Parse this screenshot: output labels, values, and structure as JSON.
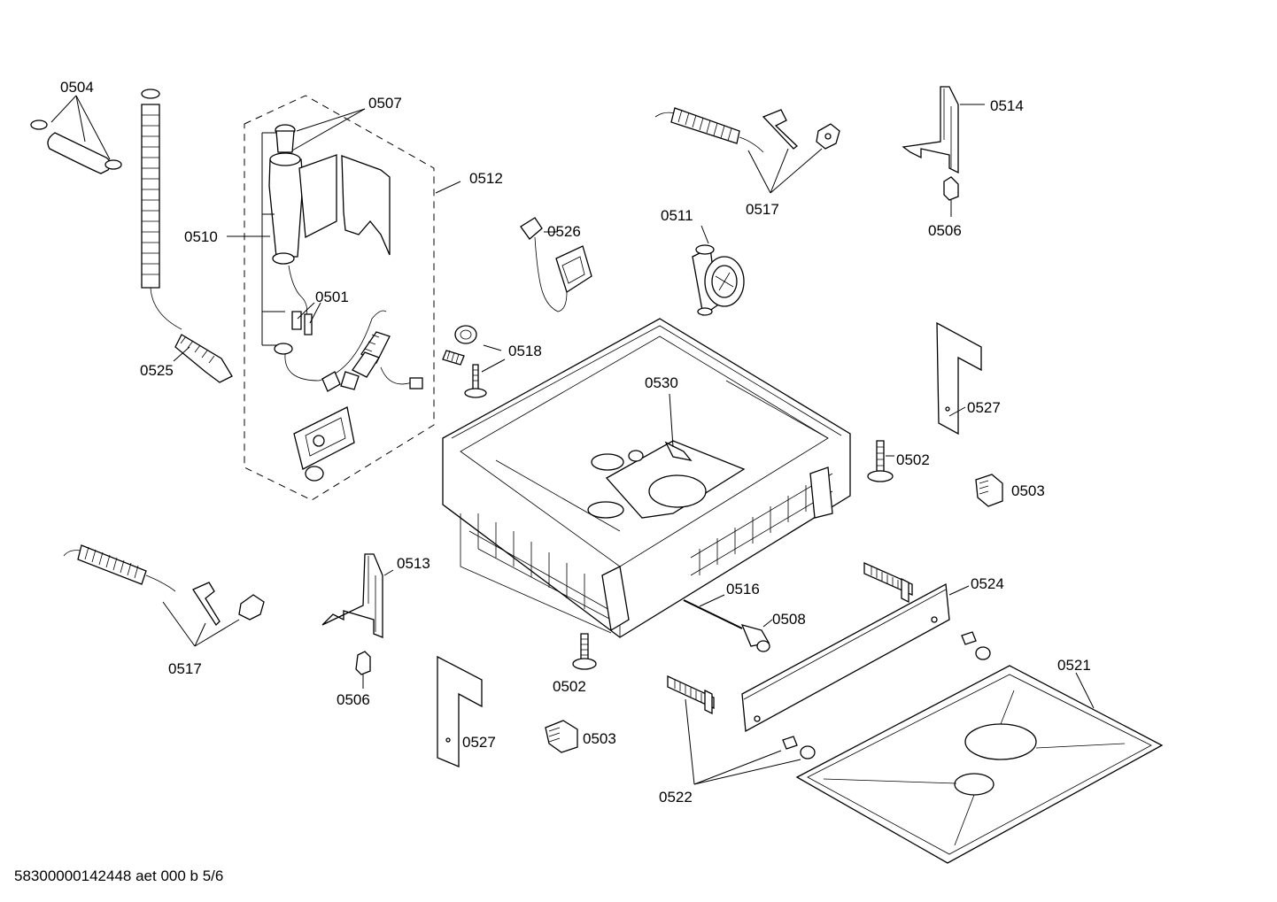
{
  "diagram": {
    "labels": {
      "p0504": "0504",
      "p0507": "0507",
      "p0512": "0512",
      "p0510": "0510",
      "p0501": "0501",
      "p0525": "0525",
      "p0526": "0526",
      "p0511": "0511",
      "p0517a": "0517",
      "p0514": "0514",
      "p0506a": "0506",
      "p0518": "0518",
      "p0530": "0530",
      "p0527a": "0527",
      "p0502a": "0502",
      "p0503a": "0503",
      "p0517b": "0517",
      "p0513": "0513",
      "p0506b": "0506",
      "p0524": "0524",
      "p0516": "0516",
      "p0508": "0508",
      "p0502b": "0502",
      "p0527b": "0527",
      "p0503b": "0503",
      "p0521": "0521",
      "p0522": "0522"
    }
  },
  "footer": {
    "doc_id": "58300000142448 aet 000 b 5/6"
  }
}
